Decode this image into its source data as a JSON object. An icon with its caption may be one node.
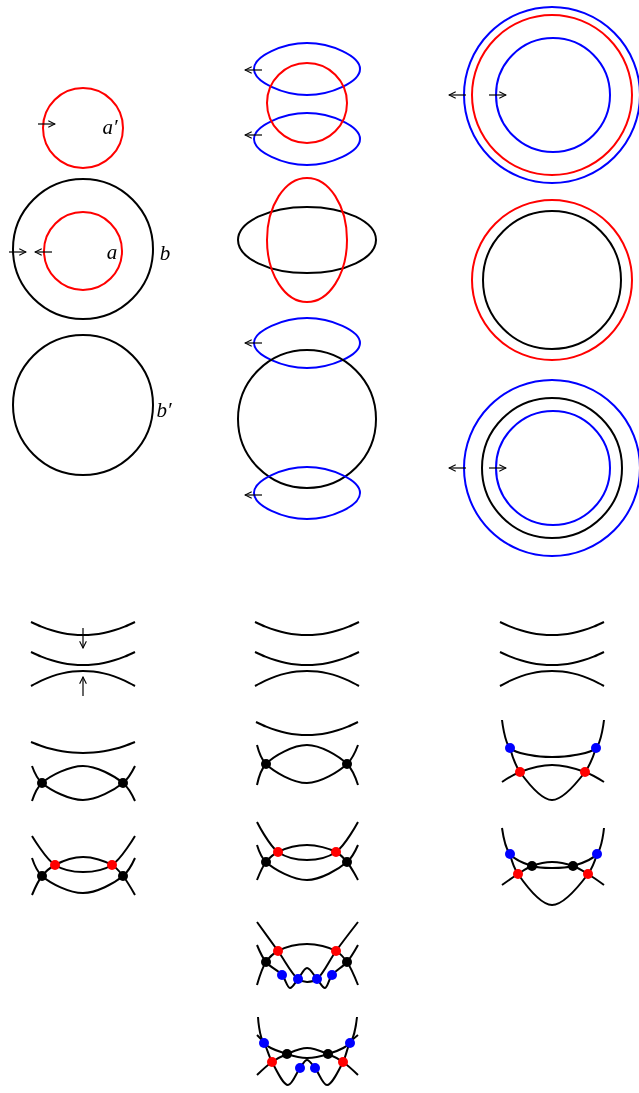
{
  "diagram": {
    "labels": [
      "a′",
      "a",
      "b",
      "b′"
    ]
  }
}
